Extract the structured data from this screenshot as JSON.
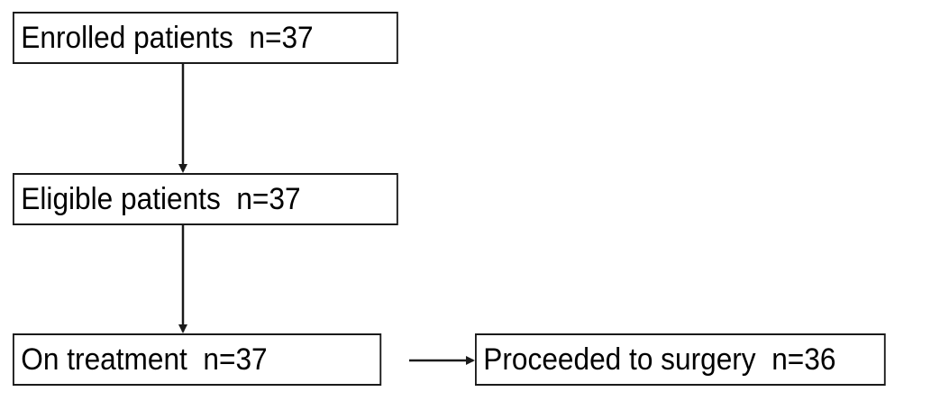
{
  "flowchart": {
    "enrolled": {
      "label": "Enrolled patients  n=37"
    },
    "eligible": {
      "label": "Eligible patients  n=37"
    },
    "treatment": {
      "label": "On treatment  n=37"
    },
    "surgery": {
      "label": "Proceeded to surgery  n=36"
    }
  },
  "colors": {
    "border": "#1a1a1a",
    "text": "#000000",
    "background": "#ffffff"
  }
}
